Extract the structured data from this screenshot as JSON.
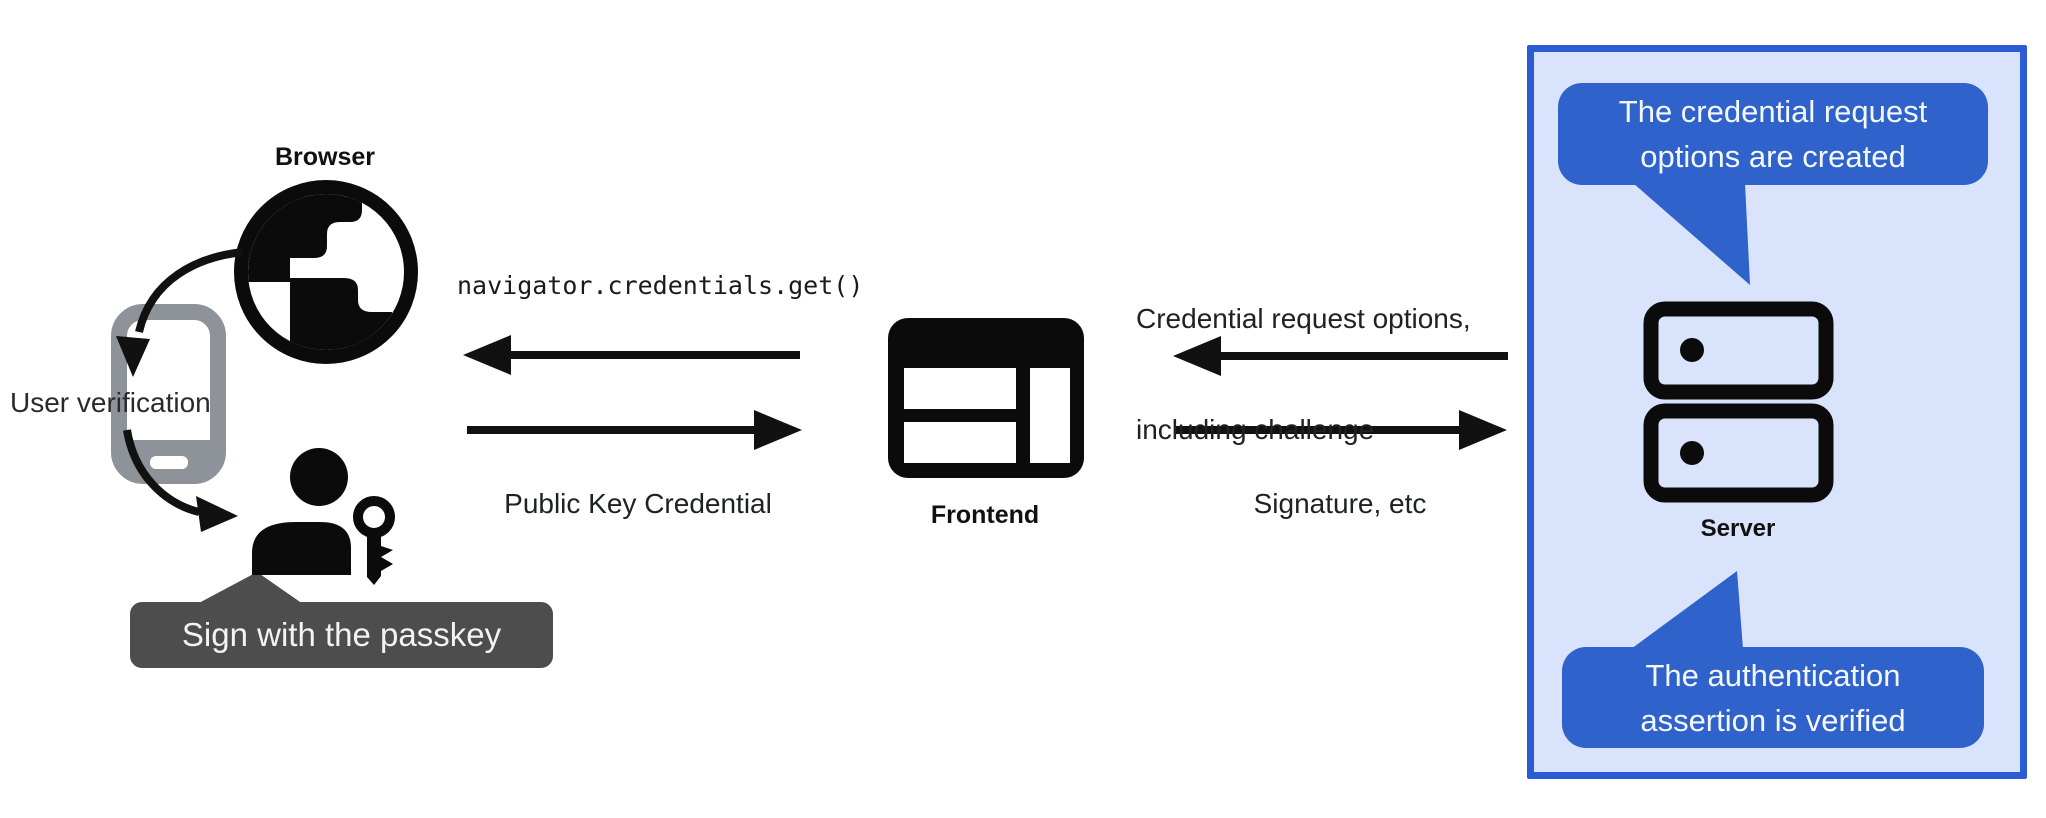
{
  "colors": {
    "accent_blue": "#2f62ca",
    "panel_border_blue": "#2c5bd6",
    "panel_fill_blue": "#d9e3fb",
    "tooltip_gray": "#4d4d4d",
    "phone_gray": "#8d9399",
    "ink_black": "#111111"
  },
  "left_group": {
    "browser_label": "Browser",
    "user_verification_label": "User verification",
    "passkey_tooltip": "Sign with the passkey"
  },
  "center_group": {
    "frontend_label": "Frontend",
    "to_browser_message": "navigator.credentials.get()",
    "from_browser_message": "Public Key Credential"
  },
  "right_group": {
    "server_label": "Server",
    "to_frontend_message_line1": "Credential request options,",
    "to_frontend_message_line2": "including challenge",
    "from_frontend_message": "Signature, etc",
    "server_top_callout_line1": "The credential request",
    "server_top_callout_line2": "options are created",
    "server_bottom_callout_line1": "The authentication",
    "server_bottom_callout_line2": "assertion is verified"
  },
  "icons": {
    "globe": "globe-icon",
    "smartphone": "smartphone-icon",
    "person_with_key": "person-with-passkey-icon",
    "frontend_window": "browser-window-icon",
    "server_stack": "server-stack-icon",
    "arrows": [
      "arrow-frontend-to-browser",
      "arrow-browser-to-frontend",
      "arrow-server-to-frontend",
      "arrow-frontend-to-server",
      "curved-arrow-browser-to-phone",
      "curved-arrow-phone-to-user"
    ]
  }
}
